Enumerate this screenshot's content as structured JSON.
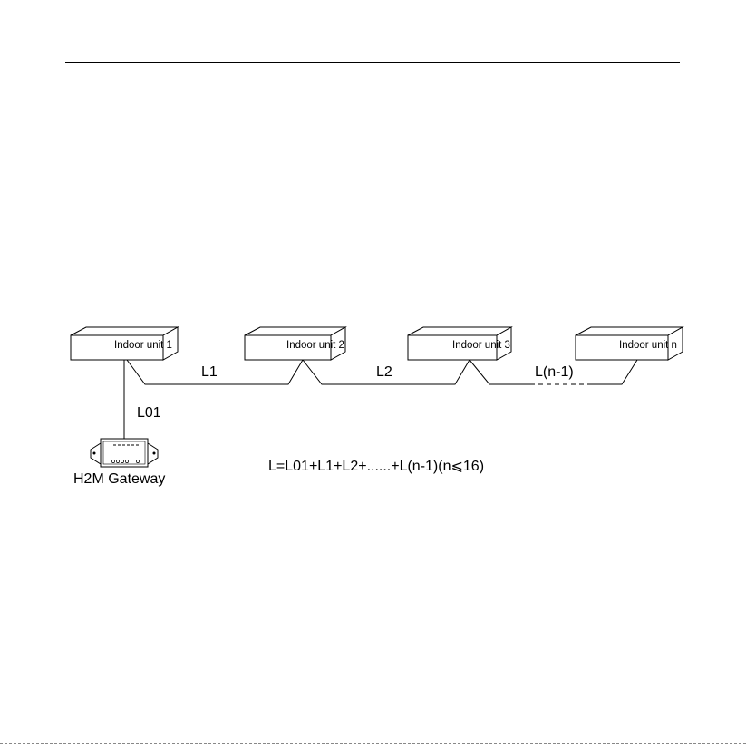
{
  "diagram": {
    "units": [
      {
        "label": "Indoor unit 1"
      },
      {
        "label": "Indoor unit 2"
      },
      {
        "label": "Indoor unit 3"
      },
      {
        "label": "Indoor unit n"
      }
    ],
    "segments": {
      "l1": "L1",
      "l2": "L2",
      "ln": "L(n-1)",
      "l01": "L01"
    },
    "gateway": {
      "label": "H2M Gateway"
    },
    "formula": "L=L01+L1+L2+......+L(n-1)(n⩽16)"
  }
}
